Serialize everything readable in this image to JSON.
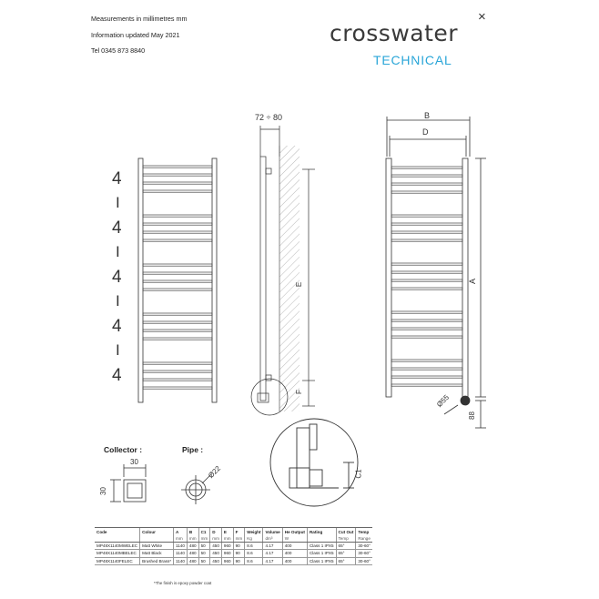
{
  "header": {
    "line1": "Measurements in millimetres mm",
    "line2": "Information updated May 2021",
    "line3": "Tel  0345 873 8840"
  },
  "brand": {
    "word": "crosswater",
    "mark": "×",
    "subtitle": "TECHNICAL",
    "accent_color": "#2aa6d8"
  },
  "front_view": {
    "bar_group_labels": [
      "4",
      "4",
      "4",
      "4",
      "4"
    ],
    "separator": "I"
  },
  "side_view": {
    "depth_label": "72 ÷ 80",
    "height_label": "E",
    "lower_label": "F"
  },
  "right_view": {
    "width_outer": "B",
    "width_inner": "D",
    "height": "A",
    "pipe_label": "Ø55",
    "bottom_dim": "88"
  },
  "collector": {
    "title": "Collector :",
    "width": "30",
    "height": "30"
  },
  "pipe": {
    "title": "Pipe :",
    "diameter": "Ø22"
  },
  "detail": {
    "label": "C1"
  },
  "spec_table": {
    "header_top": [
      "Code",
      "Colour",
      "A",
      "B",
      "C1",
      "D",
      "E",
      "F",
      "Weight",
      "Volume",
      "He Output",
      "Rating",
      "Cut Out",
      "Temp"
    ],
    "header_units": [
      "",
      "",
      "mm",
      "mm",
      "mm",
      "mm",
      "mm",
      "mm",
      "Kg",
      "dm³",
      "W",
      "",
      "Temp",
      "Range"
    ],
    "rows": [
      [
        "MP48X1140MWELEC",
        "Matt White",
        "1140",
        "480",
        "50",
        "450",
        "960",
        "90",
        "8.6",
        "4.17",
        "400",
        "Class 1 IPX5",
        "65°",
        "30-60°"
      ],
      [
        "MP48X1140MBELEC",
        "Matt Black",
        "1140",
        "480",
        "50",
        "450",
        "960",
        "90",
        "8.6",
        "4.17",
        "400",
        "Class 1 IPX5",
        "65°",
        "30-60°"
      ],
      [
        "MP48X1140FELEC",
        "Brushed Brass*",
        "1140",
        "480",
        "50",
        "450",
        "960",
        "90",
        "8.6",
        "4.17",
        "400",
        "Class 1 IPX5",
        "65°",
        "30-60°"
      ]
    ],
    "footnote": "*The finish is epoxy powder coat"
  }
}
